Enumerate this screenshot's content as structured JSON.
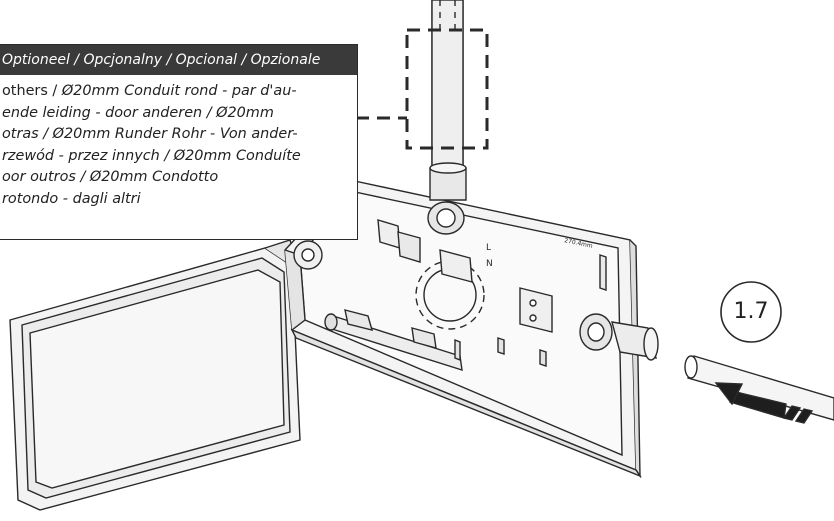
{
  "callout": {
    "header": "Optioneel / Opcjonalny / Opcional / Opzionale",
    "lines": [
      {
        "lead": "others / ",
        "text": "Ø20mm Conduit rond - par d'au-"
      },
      {
        "lead": "",
        "text": "ende leiding - door anderen / Ø20mm"
      },
      {
        "lead": "",
        "text": "otras / Ø20mm Runder Rohr - Von ander-"
      },
      {
        "lead": "",
        "text": "rzewód - przez innych / Ø20mm Conduíte"
      },
      {
        "lead": "",
        "text": "oor outros / Ø20mm Condotto"
      },
      {
        "lead": "",
        "text": "rotondo - dagli altri"
      }
    ]
  },
  "step": {
    "label": "1.7"
  },
  "board_marks": {
    "terminal_l": "L",
    "terminal_n": "N",
    "tag": "270.4mm"
  },
  "colors": {
    "line": "#2a2a2a",
    "header_bg": "#3a3a3a",
    "fill_light": "#f1f1f1"
  }
}
